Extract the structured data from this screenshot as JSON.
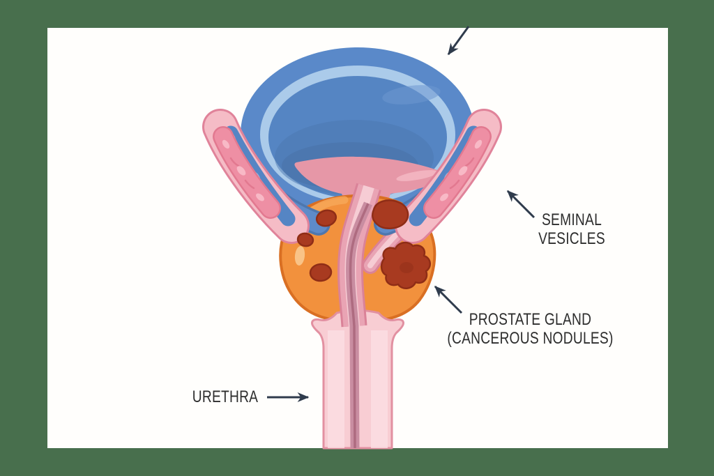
{
  "canvas": {
    "frame_color": "#486F4D",
    "background": "#FFFEFC"
  },
  "labels": {
    "seminal_vesicles": "SEMINAL\nVESICLES",
    "prostate_gland": "PROSTATE GLAND\n(CANCEROUS NODULES)",
    "urethra": "URETHRA"
  },
  "colors": {
    "frame_green": "#486F4D",
    "canvas_white": "#FFFEFC",
    "bladder_wall": "#5A89C9",
    "bladder_ring": "#ABCBEA",
    "bladder_lumen": "#5585C3",
    "trigone_pink": "#E697A7",
    "vas_deferens_blue": "#5E8BC9",
    "seminal_vesicle_pink": "#F5BCC6",
    "seminal_vesicle_gland": "#EE8FA4",
    "seminal_vesicle_outline": "#E0839A",
    "prostate_orange": "#F2913D",
    "prostate_outline": "#D96F23",
    "nodule_brown": "#A83A20",
    "nodule_outline": "#8F2D16",
    "urethra_channel": "#E9A4B4",
    "urethra_channel_inner": "#F6CCD4",
    "urethra_stripe": "#C98DA1",
    "urethra_tube": "#F8CDD3",
    "urethra_outline": "#E290A1",
    "arrow": "#2F3B4C",
    "label_text": "#2D2D2D"
  }
}
